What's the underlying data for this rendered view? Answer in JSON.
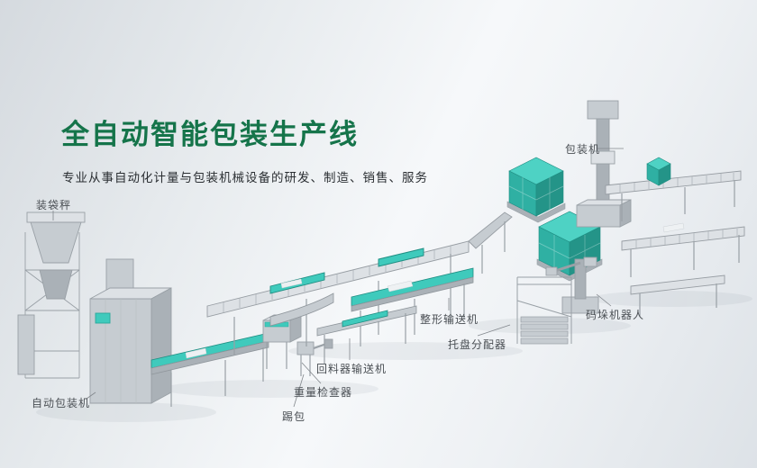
{
  "hero": {
    "title": "全自动智能包装生产线",
    "subtitle": "专业从事自动化计量与包装机械设备的研发、制造、销售、服务"
  },
  "labels": [
    {
      "id": "bagging-scale",
      "text": "装袋秤"
    },
    {
      "id": "packing-machine",
      "text": "包装机"
    },
    {
      "id": "shaping-conveyor",
      "text": "整形输送机"
    },
    {
      "id": "palletizing-robot",
      "text": "码垛机器人"
    },
    {
      "id": "pallet-dispenser",
      "text": "托盘分配器"
    },
    {
      "id": "return-conveyor",
      "text": "回料器输送机"
    },
    {
      "id": "checkweigher",
      "text": "重量检查器"
    },
    {
      "id": "bag-rejector",
      "text": "踢包"
    },
    {
      "id": "auto-packing-machine",
      "text": "自动包装机"
    }
  ],
  "colors": {
    "title_green": "#15744a",
    "accent_teal": "#3fcabc",
    "machine_gray": "#c6ccd1",
    "label_text": "#4a4f54"
  }
}
